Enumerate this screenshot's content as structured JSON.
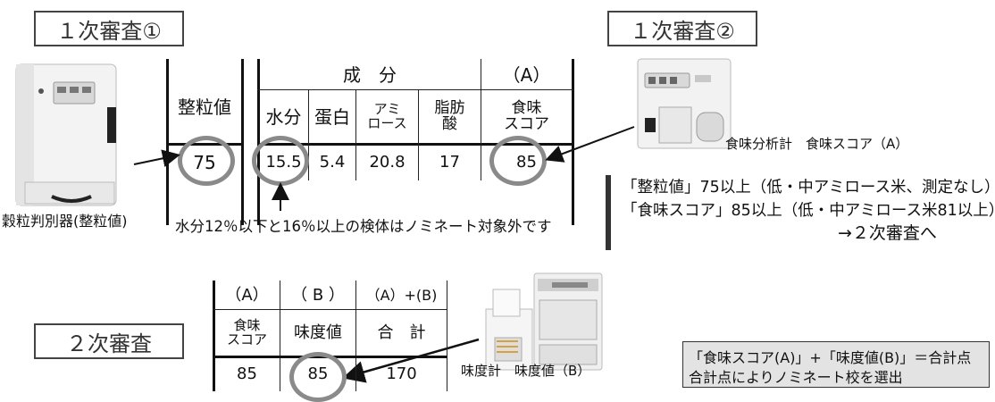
{
  "titles": {
    "first_1": "１次審査①",
    "first_2": "１次審査②",
    "second": "２次審査"
  },
  "table1": {
    "header_seiryuchi": "整粒値",
    "header_seibun": "成　分",
    "header_a": "（A）",
    "subheaders": [
      "水分",
      "蛋白",
      "アミ\nロース",
      "脂肪\n酸",
      "食味\nスコア"
    ],
    "value_seiryuchi": "75",
    "values": [
      "15.5",
      "5.4",
      "20.8",
      "17",
      "85"
    ]
  },
  "table2": {
    "headers": [
      "（A）",
      "（ B ）",
      "（A）+(B)"
    ],
    "subheaders": [
      "食味\nスコア",
      "味度値",
      "合　計"
    ],
    "values": [
      "85",
      "85",
      "170"
    ]
  },
  "labels": {
    "grain_tester": "穀粒判別器(整粒値)",
    "taste_analyzer": "食味分析計　食味スコア（A）",
    "taste_meter": "味度計　味度値（B）",
    "moisture_note": "水分12％以下と16％以上の検体はノミネート対象外です"
  },
  "criteria": {
    "line1": "「整粒値」75以上（低・中アミロース米、測定なし）",
    "line2": "「食味スコア」85以上（低・中アミロース米81以上）",
    "line3": "→２次審査へ"
  },
  "summary": {
    "line1": "「食味スコア(A)」+「味度値(B)」＝合計点",
    "line2": "合計点によりノミネート校を選出"
  }
}
